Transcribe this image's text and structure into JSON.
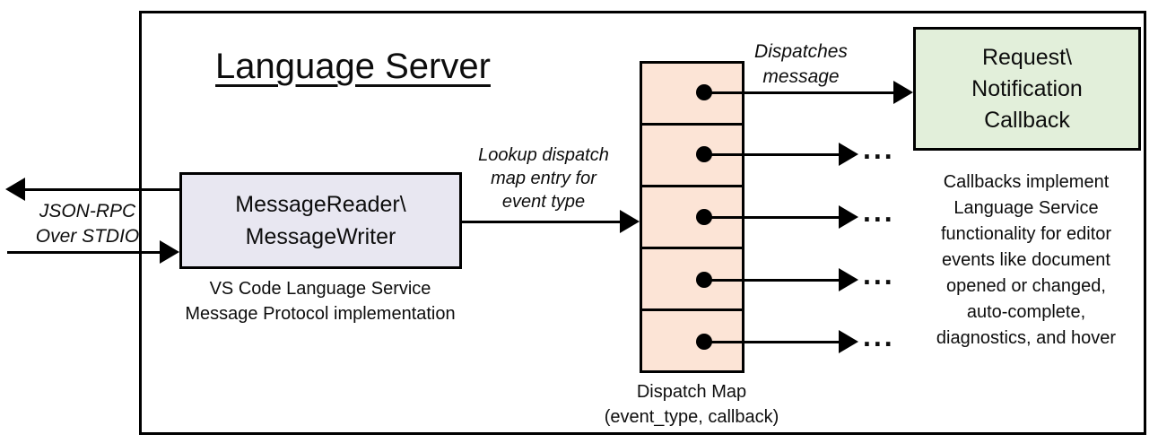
{
  "title": "Language Server",
  "io_label": {
    "lines": [
      "JSON-RPC",
      "Over STDIO"
    ]
  },
  "reader_box": {
    "lines": [
      "MessageReader\\",
      "MessageWriter"
    ]
  },
  "reader_caption": {
    "lines": [
      "VS Code Language Service",
      "Message Protocol implementation"
    ]
  },
  "lookup_label": {
    "lines": [
      "Lookup dispatch",
      "map entry for",
      "event type"
    ]
  },
  "dispatches_label": {
    "lines": [
      "Dispatches",
      "message"
    ]
  },
  "callback_box": {
    "lines": [
      "Request\\",
      "Notification",
      "Callback"
    ]
  },
  "callbacks_note": {
    "lines": [
      "Callbacks implement",
      "Language Service",
      "functionality for editor",
      "events like document",
      "opened or changed,",
      "auto-complete,",
      "diagnostics, and hover"
    ]
  },
  "dispatch_map": {
    "cell_count": 5,
    "caption": {
      "lines": [
        "Dispatch Map",
        "(event_type, callback)"
      ]
    }
  },
  "ellipsis": "...",
  "colors": {
    "stroke": "#000000",
    "reader_fill": "#e8e7f1",
    "map_fill": "#fce4d6",
    "callback_fill": "#e2efda",
    "background": "#ffffff"
  }
}
